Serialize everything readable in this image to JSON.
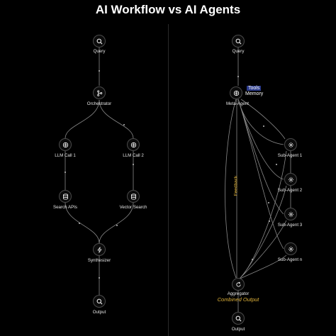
{
  "title": "AI Workflow vs AI Agents",
  "workflow": {
    "query": "Query",
    "orchestrator": "Orchestrator",
    "llm_call_1": "LLM Call 1",
    "llm_call_2": "LLM Call 2",
    "search_apis": "Search APIs",
    "vector_search": "Vector Search",
    "synthesizer": "Synthesizer",
    "output": "Output"
  },
  "agents": {
    "query": "Query",
    "meta_agent": "Meta-Agent",
    "tools": "Tools",
    "memory": "Memory",
    "sub_agent_1": "Sub-Agent 1",
    "sub_agent_2": "Sub-Agent 2",
    "sub_agent_3": "Sub-Agent 3",
    "sub_agent_n": "Sub-Agent n",
    "feedback": "Feedback",
    "aggregator": "Aggregator",
    "combined_output": "Combined Output",
    "output": "Output"
  },
  "colors": {
    "accent": "#e0b33a",
    "tools_bg": "#2b3b8c"
  }
}
